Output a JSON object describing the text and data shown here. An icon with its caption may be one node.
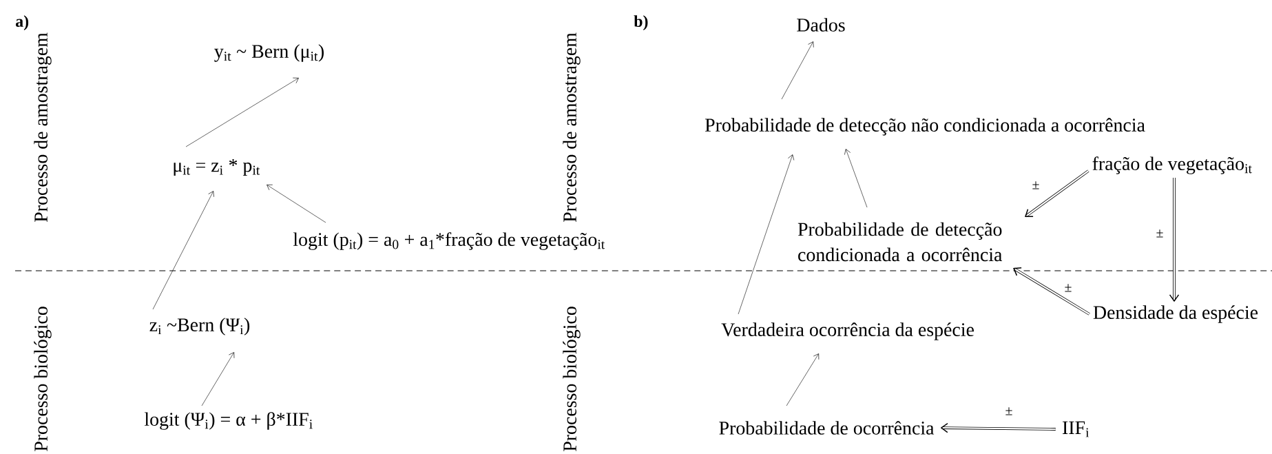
{
  "diagram": {
    "nodes": [
      {
        "text": [
          "y$_{it}$ ~ Bern (μ$_{it}$)"
        ]
      },
      {
        "text": [
          "μ$_{it}$ = z$_{i}$ * p$_{it}$"
        ]
      },
      {
        "text": [
          "logit (p$_{it}$) = a$_{0}$ + a$_{1}$*fração de vegetação$_{it}$"
        ]
      },
      {
        "text": [
          "z$_{i}$ ~Bern (Ψ$_{i}$)"
        ]
      },
      {
        "text": [
          "logit (Ψ$_{i}$) = α + β*IIF$_{i}$"
        ]
      },
      {
        "text": [
          "Dados"
        ]
      },
      {
        "text": [
          "Probabilidade de detecção não condicionada a ocorrência"
        ]
      },
      {
        "text": [
          "fração de vegetação$_{it}$"
        ]
      },
      {
        "text": [
          "Probabilidade de detecção condicionada a ocorrência"
        ]
      },
      {
        "text": [
          "Densidade da espécie"
        ]
      },
      {
        "text": [
          "Verdadeira ocorrência da espécie"
        ]
      },
      {
        "text": [
          "Probabilidade de ocorrência"
        ]
      },
      {
        "text": [
          "IIF$_{i}$"
        ]
      }
    ],
    "edges": [
      {
        "from": 1,
        "to": 0,
        "arrow": "to"
      },
      {
        "from": 2,
        "to": 1,
        "arrow": "to"
      },
      {
        "from": 3,
        "to": 1,
        "arrow": "to"
      },
      {
        "from": 4,
        "to": 3,
        "arrow": "to"
      },
      {
        "from": 6,
        "to": 5,
        "arrow": "to"
      },
      {
        "from": 8,
        "to": 6,
        "arrow": "to"
      },
      {
        "from": 10,
        "to": 6,
        "arrow": "to"
      },
      {
        "from": 7,
        "to": 8,
        "arrow": "to",
        "style": "thick",
        "label": "±"
      },
      {
        "from": 7,
        "to": 9,
        "arrow": "to",
        "style": "thick",
        "label": "±"
      },
      {
        "from": 9,
        "to": 8,
        "arrow": "to",
        "style": "thick",
        "label": "±"
      },
      {
        "from": 12,
        "to": 11,
        "arrow": "to",
        "style": "thick",
        "label": "±"
      },
      {
        "from": 11,
        "to": 10,
        "arrow": "to"
      }
    ],
    "labels": [
      "a)",
      "Processo de amostragem",
      "Processo biológico",
      "b)",
      "Processo de amostragem",
      "Processo biológico"
    ]
  }
}
